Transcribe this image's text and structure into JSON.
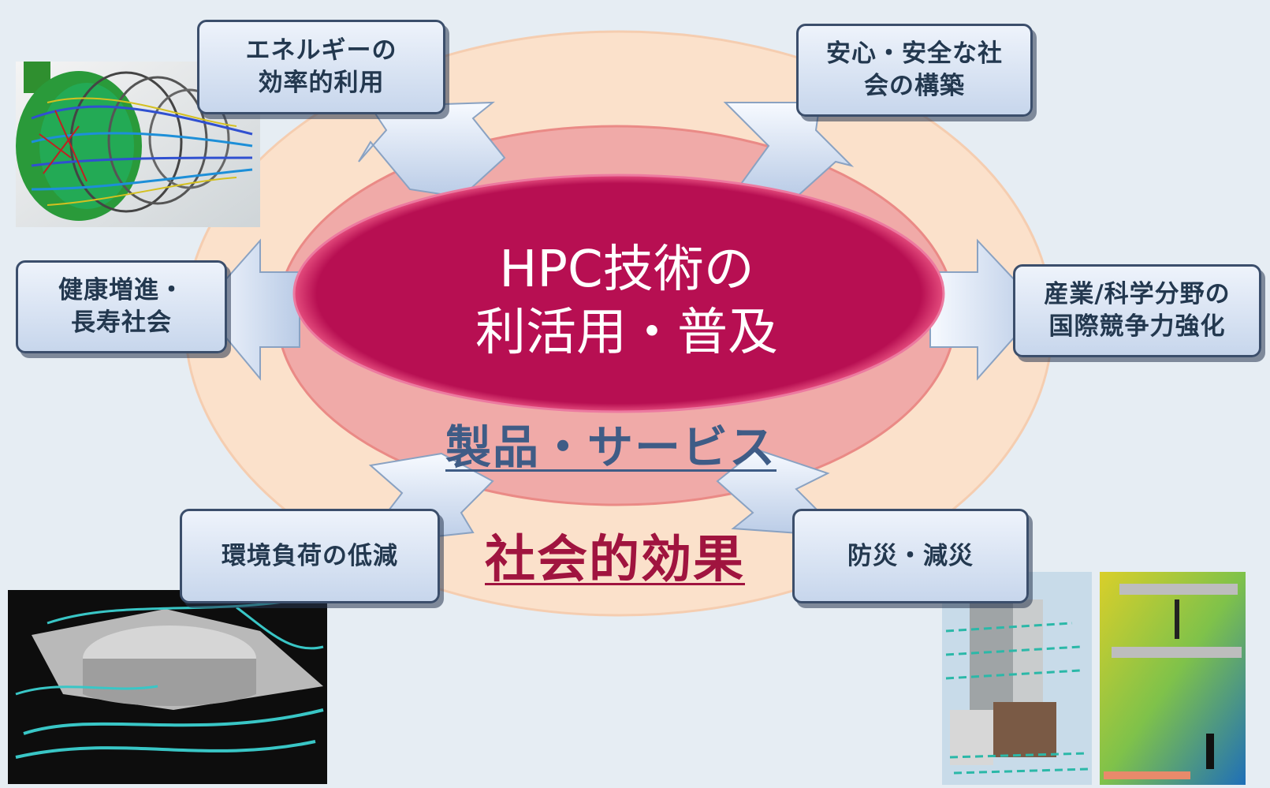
{
  "center": {
    "line1": "HPC技術の",
    "line2": "利活用・普及"
  },
  "products_label": "製品・サービス",
  "effect_label": "社会的効果",
  "boxes": {
    "energy": {
      "line1": "エネルギーの",
      "line2": "効率的利用"
    },
    "safety": {
      "line1": "安心・安全な社",
      "line2": "会の構築"
    },
    "health": {
      "line1": "健康増進・",
      "line2": "長寿社会"
    },
    "industry": {
      "line1": "産業/科学分野の",
      "line2": "国際競争力強化"
    },
    "environment": {
      "line1": "環境負荷の低減"
    },
    "disaster": {
      "line1": "防災・減災"
    }
  },
  "colors": {
    "background": "#e6edf3",
    "outer_ellipse": "#fbe1cb",
    "middle_ellipse": "#f0aaa8",
    "inner_ellipse": "#b70f52",
    "box_border": "#3b4e6b",
    "products_text": "#3f5c86",
    "effect_text": "#a0143f"
  },
  "images": [
    "turbine-flow-simulation-image",
    "terrain-airflow-simulation-image",
    "building-wind-simulation-image"
  ]
}
